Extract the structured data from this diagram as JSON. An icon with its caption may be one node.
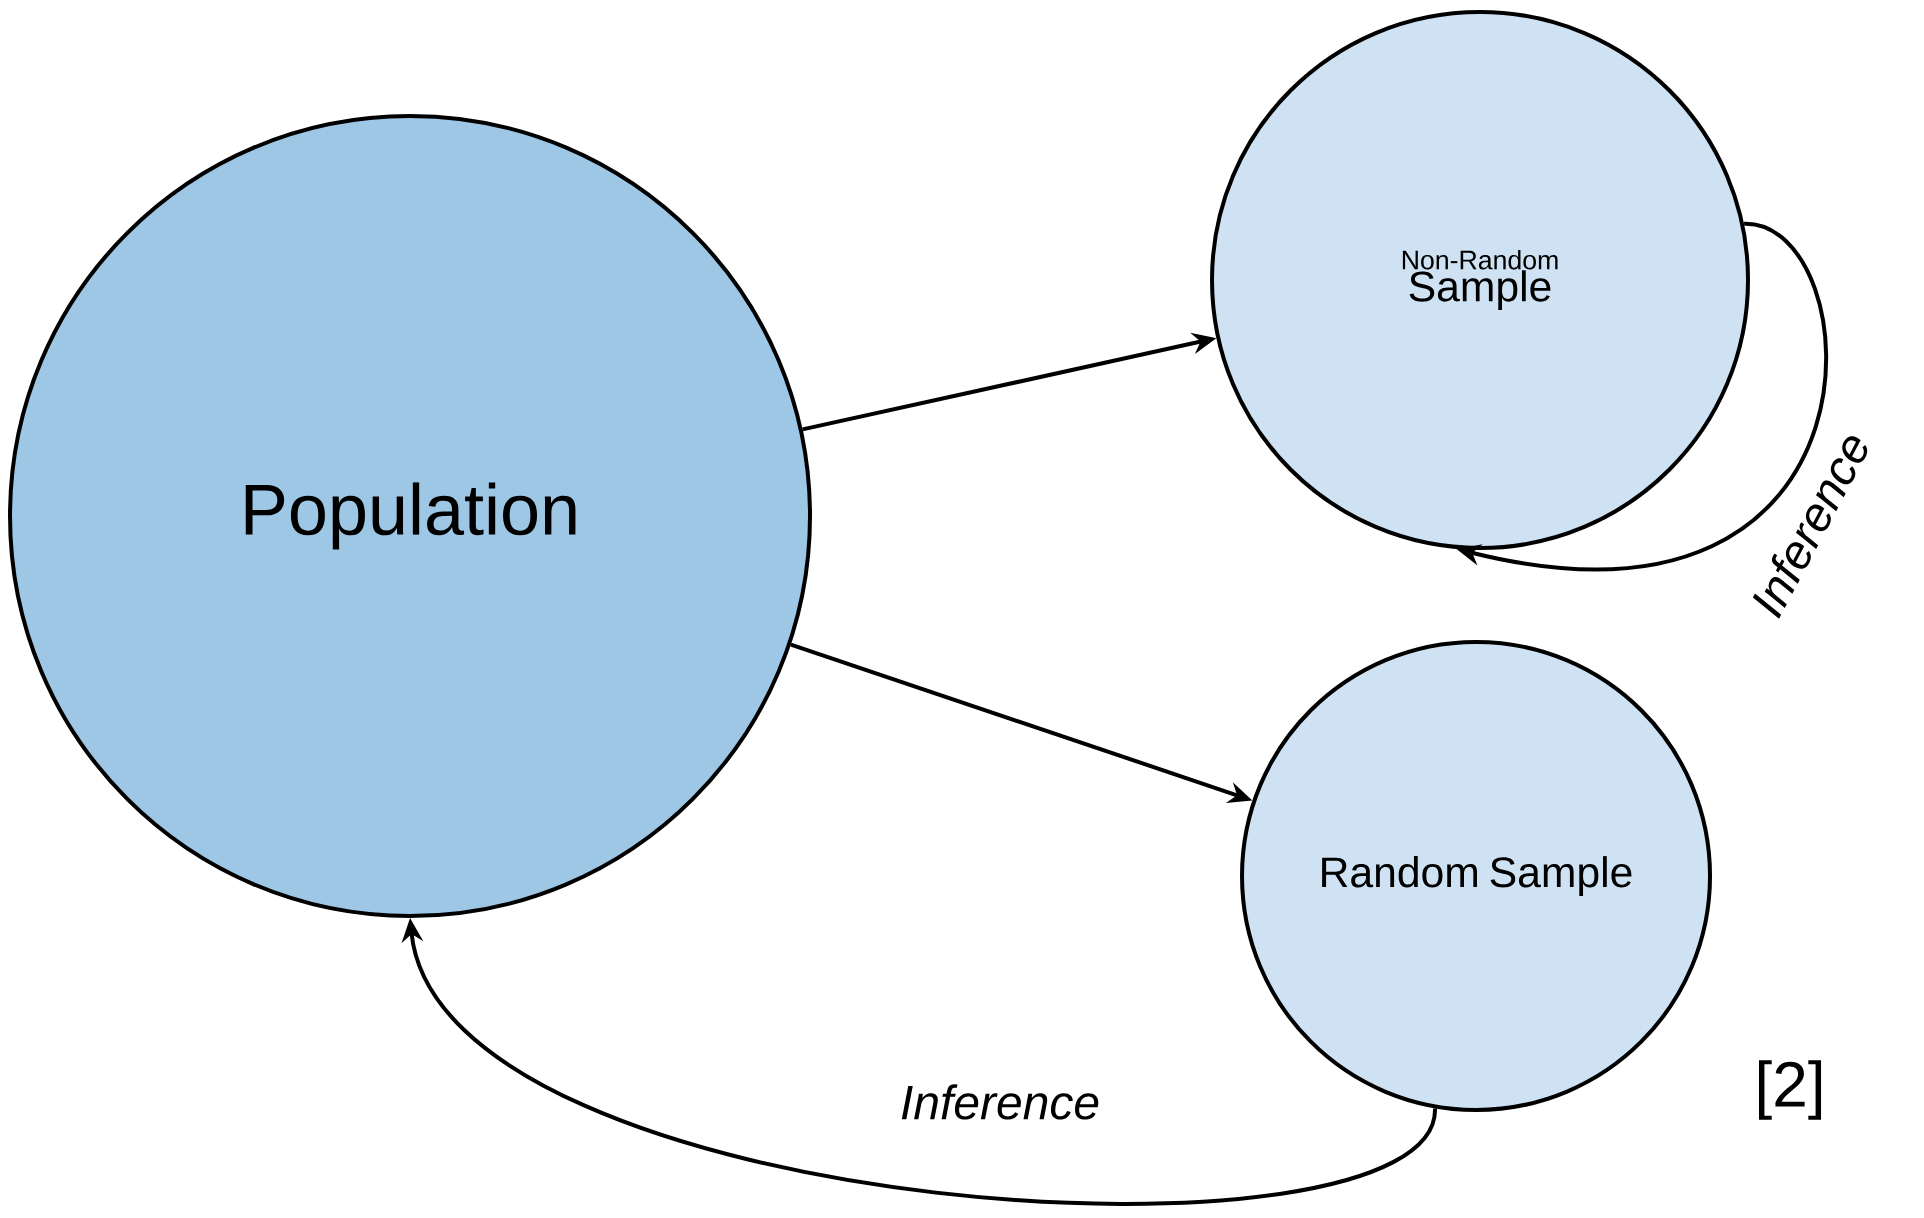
{
  "diagram": {
    "nodes": [
      {
        "text": [
          "Population"
        ]
      },
      {
        "text": [
          "Non-Random",
          "Sample"
        ]
      },
      {
        "text": [
          "Random Sample"
        ]
      }
    ],
    "edges": [
      {
        "from": 0,
        "to": 1,
        "arrow": "to"
      },
      {
        "from": 0,
        "to": 2,
        "arrow": "to"
      },
      {
        "from": 1,
        "to": 1,
        "arrow": "to",
        "label": "Inference"
      },
      {
        "from": 2,
        "to": 0,
        "arrow": "to",
        "label": "Inference"
      }
    ],
    "labels": [
      "[2]"
    ]
  }
}
